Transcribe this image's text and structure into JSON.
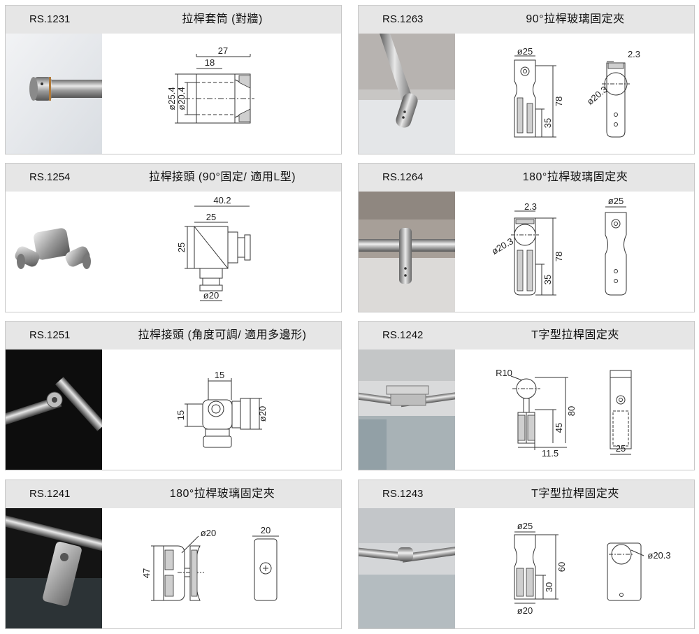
{
  "products": [
    {
      "code": "RS.1231",
      "title": "拉桿套筒 (對牆)",
      "dimensions": [
        "27",
        "18",
        "ø25.4",
        "ø20.4"
      ]
    },
    {
      "code": "RS.1263",
      "title": "90°拉桿玻璃固定夾",
      "dimensions": [
        "ø25",
        "78",
        "35",
        "2.3",
        "ø20.3"
      ]
    },
    {
      "code": "RS.1254",
      "title": "拉桿接頭 (90°固定/ 適用L型)",
      "dimensions": [
        "40.2",
        "25",
        "25",
        "ø20"
      ]
    },
    {
      "code": "RS.1264",
      "title": "180°拉桿玻璃固定夾",
      "dimensions": [
        "2.3",
        "ø20.3",
        "78",
        "35",
        "ø25"
      ]
    },
    {
      "code": "RS.1251",
      "title": "拉桿接頭 (角度可調/ 適用多邊形)",
      "dimensions": [
        "15",
        "15",
        "ø20"
      ]
    },
    {
      "code": "RS.1242",
      "title": "T字型拉桿固定夾",
      "dimensions": [
        "R10",
        "80",
        "45",
        "11.5",
        "25"
      ]
    },
    {
      "code": "RS.1241",
      "title": "180°拉桿玻璃固定夾",
      "dimensions": [
        "ø20",
        "47",
        "20"
      ]
    },
    {
      "code": "RS.1243",
      "title": "T字型拉桿固定夾",
      "dimensions": [
        "ø25",
        "60",
        "30",
        "ø20",
        "ø20.3"
      ]
    }
  ]
}
